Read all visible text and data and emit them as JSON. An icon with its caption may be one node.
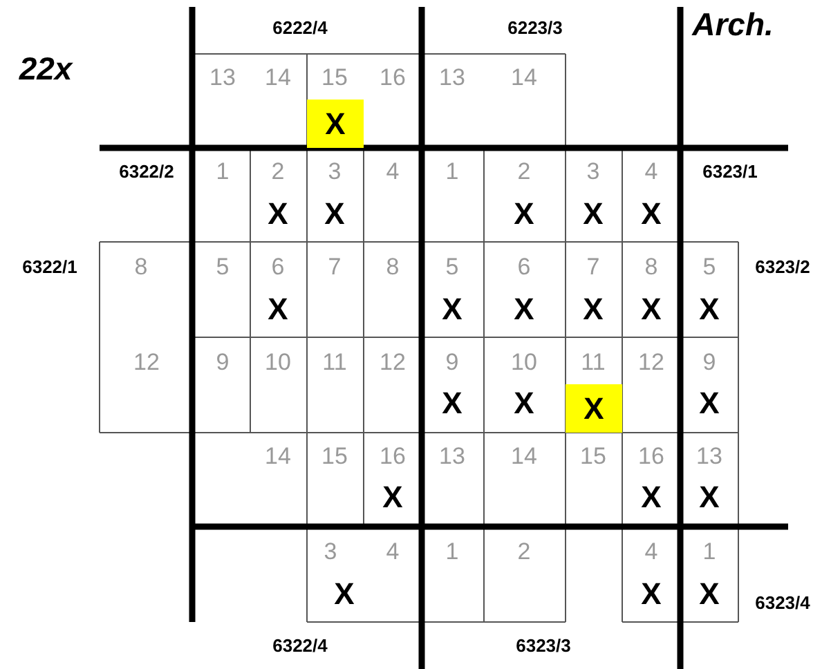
{
  "diagram": {
    "labels": [
      "6222/4",
      "6223/3",
      "Arch.",
      "22x",
      "13",
      "14",
      "15",
      "16",
      "13",
      "14",
      "X",
      "6322/2",
      "1",
      "2",
      "3",
      "4",
      "1",
      "2",
      "3",
      "4",
      "6323/1",
      "X",
      "X",
      "X",
      "X",
      "X",
      "6322/1",
      "8",
      "5",
      "6",
      "7",
      "8",
      "5",
      "6",
      "7",
      "8",
      "5",
      "6323/2",
      "X",
      "X",
      "X",
      "X",
      "X",
      "X",
      "12",
      "9",
      "10",
      "11",
      "12",
      "9",
      "10",
      "11",
      "12",
      "9",
      "X",
      "X",
      "X",
      "X",
      "14",
      "15",
      "16",
      "13",
      "14",
      "15",
      "16",
      "13",
      "X",
      "X",
      "X",
      "3",
      "4",
      "1",
      "2",
      "4",
      "1",
      "X",
      "X",
      "X",
      "6323/4",
      "6322/4",
      "6323/3"
    ]
  }
}
